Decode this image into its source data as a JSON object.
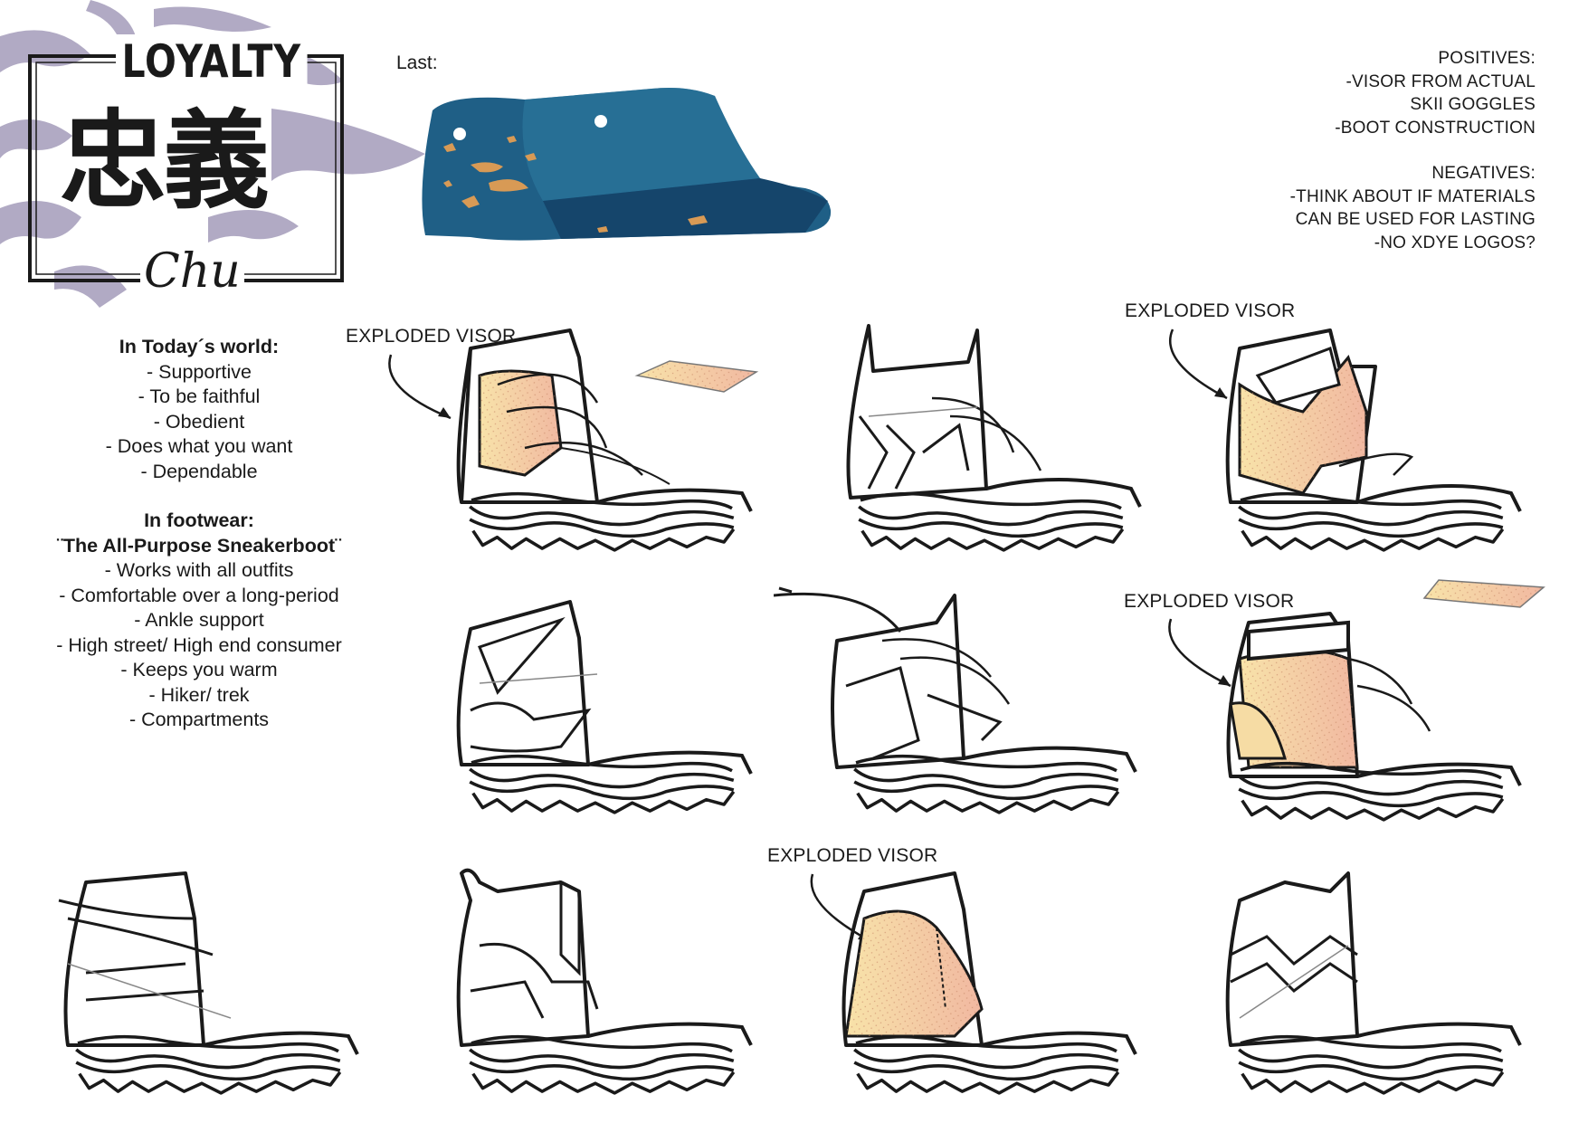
{
  "brand": {
    "title": "LOYALTY",
    "characters": "忠義",
    "subtitle": "Chu"
  },
  "last": {
    "label": "Last:"
  },
  "notes": {
    "positives_heading": "POSITIVES:",
    "positives": [
      "-VISOR FROM ACTUAL",
      "SKII GOGGLES",
      "-BOOT CONSTRUCTION"
    ],
    "negatives_heading": "NEGATIVES:",
    "negatives": [
      "-THINK ABOUT IF MATERIALS",
      "CAN BE USED FOR LASTING",
      "-NO XDYE LOGOS?"
    ]
  },
  "concept": {
    "today_heading": "In Today´s world:",
    "today_items": [
      "- Supportive",
      "- To be faithful",
      "- Obedient",
      "- Does what you want",
      "- Dependable"
    ],
    "footwear_heading": "In footwear:",
    "footwear_subheading": "¨The All-Purpose Sneakerboot¨",
    "footwear_items": [
      "-  Works with all outfits",
      "- Comfortable over a long-period",
      "- Ankle support",
      "- High street/ High end consumer",
      "- Keeps you warm",
      "- Hiker/ trek",
      "- Compartments"
    ]
  },
  "callouts": {
    "c1": "EXPLODED VISOR",
    "c2": "EXPLODED VISOR",
    "c3": "EXPLODED VISOR",
    "c4": "EXPLODED VISOR"
  },
  "colors": {
    "last_blue": "#1f5f86",
    "last_blue_dark": "#15456b",
    "last_orange": "#d89a55",
    "visor_peach": "#f4c9a6",
    "visor_yellow": "#f6dca4",
    "swirl_lavender": "#b1aac4",
    "ink": "#1a1a1a"
  }
}
